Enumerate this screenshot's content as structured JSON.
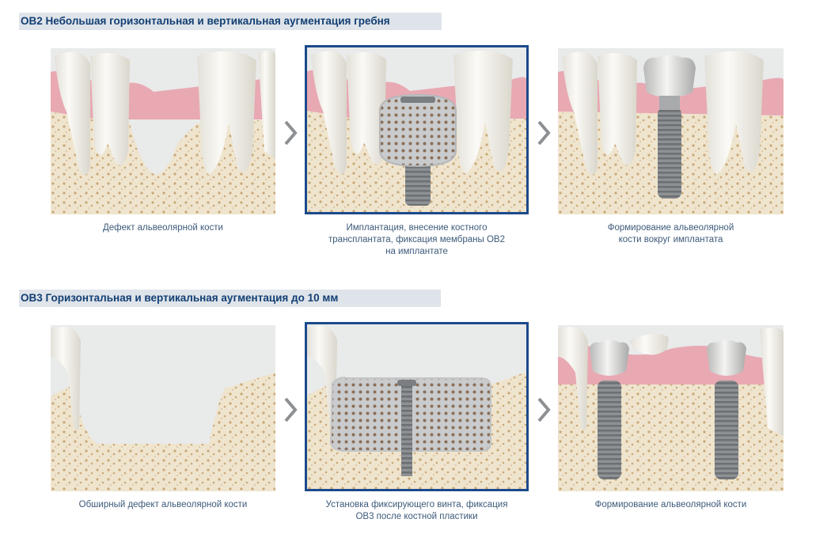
{
  "sections": [
    {
      "title": "OB2 Небольшая горизонтальная и вертикальная аугментация гребня",
      "steps": [
        {
          "caption": "Дефект альвеолярной кости"
        },
        {
          "caption": "Имплантация, внесение костного\nтрансплантата, фиксация мембраны OB2\nна имплантате"
        },
        {
          "caption": "Формирование альвеолярной\nкости вокруг имплантата"
        }
      ]
    },
    {
      "title": "OB3 Горизонтальная и вертикальная аугментация до 10 мм",
      "steps": [
        {
          "caption": "Обширный дефект альвеолярной кости"
        },
        {
          "caption": "Установка фиксирующего винта, фиксация\nOB3 после костной пластики"
        },
        {
          "caption": "Формирование альвеолярной кости"
        }
      ]
    }
  ],
  "colors": {
    "title_bg": "#dfe4ea",
    "title_text": "#123f73",
    "highlight_border": "#1b4a8c",
    "caption_text": "#3d5a7a",
    "bone": "#eee3cc",
    "gum": "#e8a9b3",
    "tooth": "#f7f6f2",
    "metal": "#9a9da0"
  },
  "icons": [
    "chevron-right-icon"
  ]
}
